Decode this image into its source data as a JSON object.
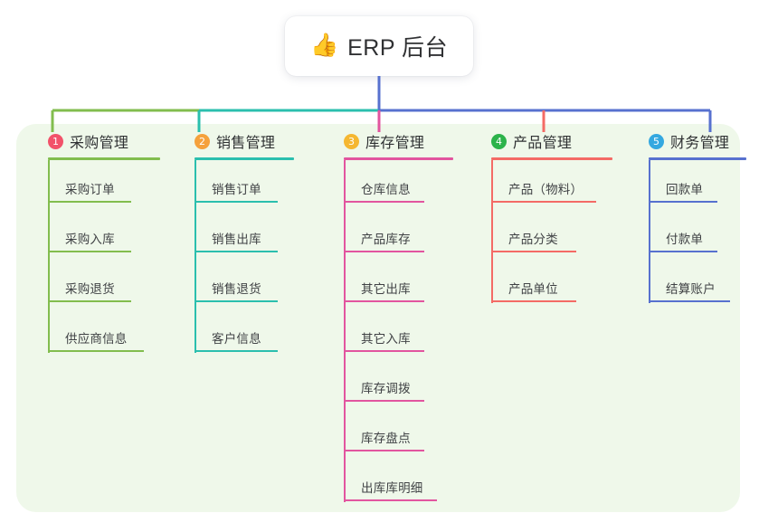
{
  "diagram": {
    "type": "mindmap",
    "root": {
      "icon": "thumbs-up-emoji",
      "emoji": "👍",
      "title": "ERP 后台"
    },
    "panel_color": "#eff8ea",
    "branches": [
      {
        "index": "1",
        "title": "采购管理",
        "badge_color": "#f2526a",
        "line_color": "#82bd4e",
        "items": [
          {
            "label": "采购订单",
            "line_width": 92
          },
          {
            "label": "采购入库",
            "line_width": 92
          },
          {
            "label": "采购退货",
            "line_width": 92
          },
          {
            "label": "供应商信息",
            "line_width": 106
          }
        ]
      },
      {
        "index": "2",
        "title": "销售管理",
        "badge_color": "#f5a13c",
        "line_color": "#2bbfae",
        "items": [
          {
            "label": "销售订单",
            "line_width": 92
          },
          {
            "label": "销售出库",
            "line_width": 92
          },
          {
            "label": "销售退货",
            "line_width": 92
          },
          {
            "label": "客户信息",
            "line_width": 92
          }
        ]
      },
      {
        "index": "3",
        "title": "库存管理",
        "badge_color": "#f5b731",
        "line_color": "#e2559f",
        "items": [
          {
            "label": "仓库信息",
            "line_width": 89
          },
          {
            "label": "产品库存",
            "line_width": 89
          },
          {
            "label": "其它出库",
            "line_width": 89
          },
          {
            "label": "其它入库",
            "line_width": 89
          },
          {
            "label": "库存调拨",
            "line_width": 89
          },
          {
            "label": "库存盘点",
            "line_width": 89
          },
          {
            "label": "出库库明细",
            "line_width": 103
          }
        ]
      },
      {
        "index": "4",
        "title": "产品管理",
        "badge_color": "#2cb34a",
        "line_color": "#f46b66",
        "items": [
          {
            "label": "产品（物料）",
            "line_width": 116
          },
          {
            "label": "产品分类",
            "line_width": 94
          },
          {
            "label": "产品单位",
            "line_width": 94
          }
        ]
      },
      {
        "index": "5",
        "title": "财务管理",
        "badge_color": "#34a8e0",
        "line_color": "#5771cf",
        "items": [
          {
            "label": "回款单",
            "line_width": 76
          },
          {
            "label": "付款单",
            "line_width": 76
          },
          {
            "label": "结算账户",
            "line_width": 90
          }
        ]
      }
    ]
  }
}
